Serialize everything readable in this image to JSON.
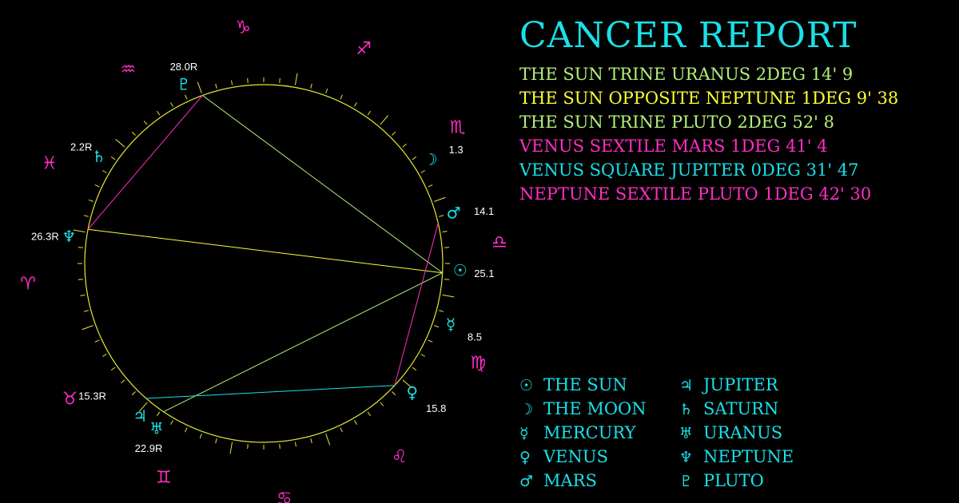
{
  "report": {
    "title": "CANCER REPORT"
  },
  "colors": {
    "background": "#000000",
    "wheel": "#e6e632",
    "cyan": "#19e0e8",
    "magenta": "#ff2ec4",
    "green": "#b4f07a",
    "yellow": "#ffff32",
    "degree_label": "#ffffff"
  },
  "aspects": [
    {
      "text": "THE SUN TRINE URANUS 2DEG 14' 9",
      "color": "#b4f07a"
    },
    {
      "text": "THE SUN OPPOSITE NEPTUNE 1DEG 9' 38",
      "color": "#ffff32"
    },
    {
      "text": "THE SUN TRINE PLUTO 2DEG 52' 8",
      "color": "#b4f07a"
    },
    {
      "text": "VENUS SEXTILE MARS 1DEG 41' 4",
      "color": "#ff2ec4"
    },
    {
      "text": "VENUS SQUARE JUPITER 0DEG 31' 47",
      "color": "#19e0e8"
    },
    {
      "text": "NEPTUNE SEXTILE PLUTO 1DEG 42' 30",
      "color": "#ff2ec4"
    }
  ],
  "zodiac": [
    {
      "name": "capricorn",
      "glyph": "♑",
      "angle": 95
    },
    {
      "name": "sagittarius",
      "glyph": "♐",
      "angle": 65
    },
    {
      "name": "scorpio",
      "glyph": "♏",
      "angle": 35
    },
    {
      "name": "libra",
      "glyph": "♎",
      "angle": 5
    },
    {
      "name": "virgo",
      "glyph": "♍",
      "angle": -25
    },
    {
      "name": "leo",
      "glyph": "♌",
      "angle": -55
    },
    {
      "name": "cancer",
      "glyph": "♋",
      "angle": -85
    },
    {
      "name": "gemini",
      "glyph": "♊",
      "angle": -115
    },
    {
      "name": "taurus",
      "glyph": "♉",
      "angle": -145
    },
    {
      "name": "aries",
      "glyph": "♈",
      "angle": -175
    },
    {
      "name": "pisces",
      "glyph": "♓",
      "angle": 155
    },
    {
      "name": "aquarius",
      "glyph": "♒",
      "angle": 125
    }
  ],
  "planets": [
    {
      "name": "sun",
      "glyph": "☉",
      "label": "25.1",
      "angle": -2,
      "line_angle": -3
    },
    {
      "name": "mercury",
      "glyph": "☿",
      "label": "8.5",
      "angle": -18
    },
    {
      "name": "venus",
      "glyph": "♀",
      "label": "15.8",
      "angle": -41,
      "line_angle": -43
    },
    {
      "name": "mars",
      "glyph": "♂",
      "label": "14.1",
      "angle": 15,
      "line_angle": 13
    },
    {
      "name": "moon",
      "glyph": "☽",
      "label": "1.3",
      "angle": 32
    },
    {
      "name": "jupiter",
      "glyph": "♃",
      "label": "",
      "angle": -129,
      "line_angle": -131
    },
    {
      "name": "uranus",
      "glyph": "♅",
      "label": "22.9R",
      "angle": -123,
      "line_angle": -124
    },
    {
      "name": "saturn",
      "glyph": "♄",
      "label": "2.2R",
      "angle": 147
    },
    {
      "name": "neptune",
      "glyph": "♆",
      "label": "26.3R",
      "angle": 172,
      "line_angle": 169
    },
    {
      "name": "pluto",
      "glyph": "♇",
      "label": "28.0R",
      "angle": 114,
      "line_angle": 110
    }
  ],
  "planet_extra_labels": [
    {
      "name": "taurus-degree",
      "text": "15.3R"
    }
  ],
  "aspect_lines": [
    {
      "from": "sun",
      "to": "uranus",
      "color": "#b4f07a"
    },
    {
      "from": "sun",
      "to": "neptune",
      "color": "#ffff32"
    },
    {
      "from": "sun",
      "to": "pluto",
      "color": "#b4f07a"
    },
    {
      "from": "venus",
      "to": "mars",
      "color": "#ff2ec4"
    },
    {
      "from": "venus",
      "to": "jupiter",
      "color": "#19e0e8"
    },
    {
      "from": "neptune",
      "to": "pluto",
      "color": "#ff2ec4"
    }
  ],
  "legend": [
    {
      "glyph": "☉",
      "label": "THE SUN"
    },
    {
      "glyph": "☽",
      "label": "THE MOON"
    },
    {
      "glyph": "☿",
      "label": "MERCURY"
    },
    {
      "glyph": "♀",
      "label": "VENUS"
    },
    {
      "glyph": "♂",
      "label": "MARS"
    },
    {
      "glyph": "♃",
      "label": "JUPITER"
    },
    {
      "glyph": "♄",
      "label": "SATURN"
    },
    {
      "glyph": "♅",
      "label": "URANUS"
    },
    {
      "glyph": "♆",
      "label": "NEPTUNE"
    },
    {
      "glyph": "♇",
      "label": "PLUTO"
    }
  ]
}
